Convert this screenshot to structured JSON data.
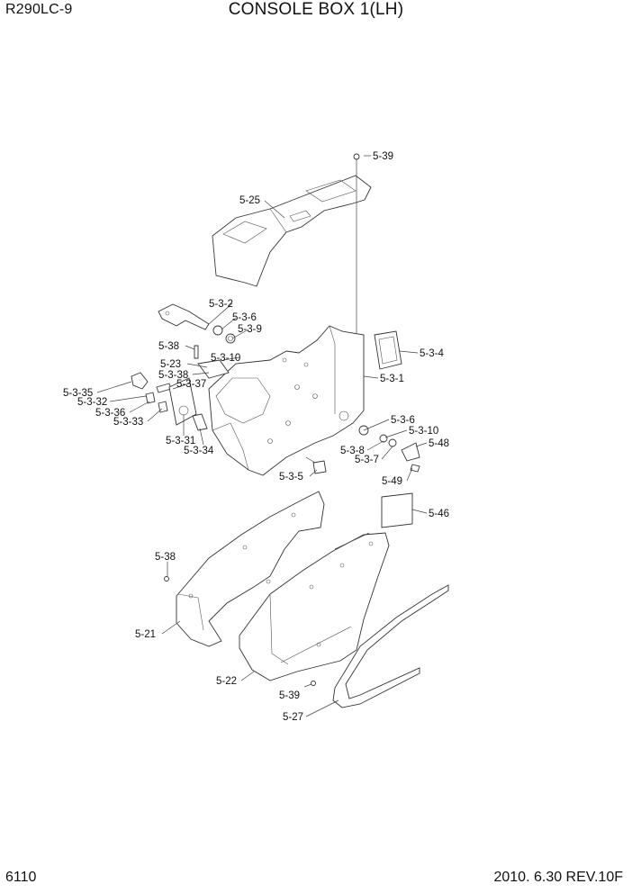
{
  "header": {
    "model": "R290LC-9",
    "title": "CONSOLE BOX 1(LH)"
  },
  "footer": {
    "page_number": "6110",
    "revision": "2010. 6.30  REV.10F"
  },
  "labels": {
    "l_5_39_top": "5-39",
    "l_5_25": "5-25",
    "l_5_3_2": "5-3-2",
    "l_5_3_6_a": "5-3-6",
    "l_5_3_9": "5-3-9",
    "l_5_38_a": "5-38",
    "l_5_3_10_a": "5-3-10",
    "l_5_23": "5-23",
    "l_5_3_38": "5-3-38",
    "l_5_3_37": "5-3-37",
    "l_5_3_35": "5-3-35",
    "l_5_3_32": "5-3-32",
    "l_5_3_36": "5-3-36",
    "l_5_3_33": "5-3-33",
    "l_5_3_31": "5-3-31",
    "l_5_3_34": "5-3-34",
    "l_5_3_4": "5-3-4",
    "l_5_3_1": "5-3-1",
    "l_5_3_6_b": "5-3-6",
    "l_5_3_10_b": "5-3-10",
    "l_5_48": "5-48",
    "l_5_3_8": "5-3-8",
    "l_5_3_7": "5-3-7",
    "l_5_49": "5-49",
    "l_5_3_5": "5-3-5",
    "l_5_46": "5-46",
    "l_5_38_b": "5-38",
    "l_5_21": "5-21",
    "l_5_22": "5-22",
    "l_5_39_b": "5-39",
    "l_5_27": "5-27"
  }
}
